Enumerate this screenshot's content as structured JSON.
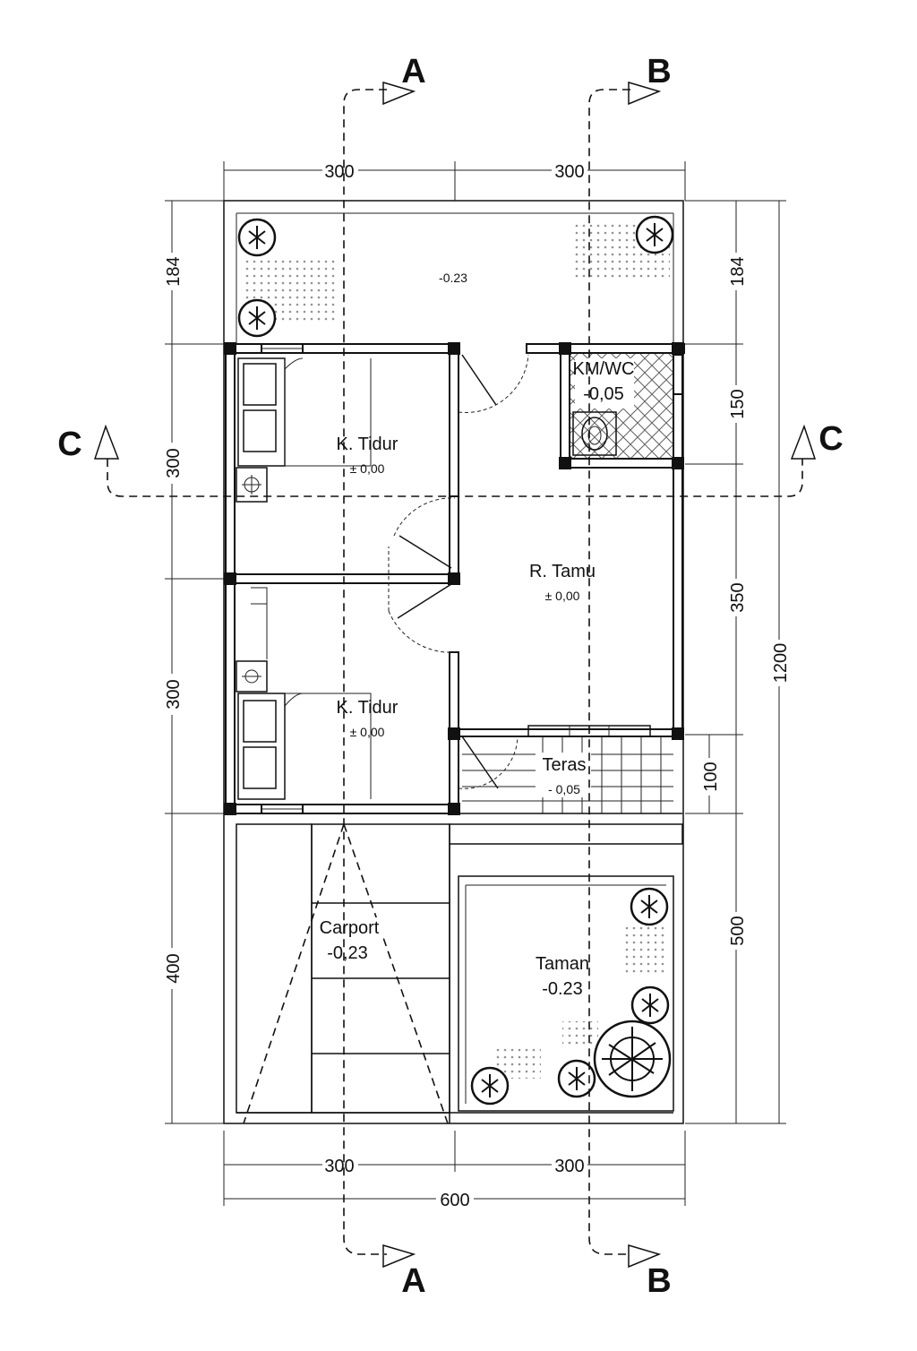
{
  "sections": {
    "a_top": "A",
    "a_bottom": "A",
    "b_top": "B",
    "b_bottom": "B",
    "c_left": "C",
    "c_right": "C"
  },
  "dimensions": {
    "top_left": "300",
    "top_right": "300",
    "bottom_left": "300",
    "bottom_right": "300",
    "bottom_total": "600",
    "left_front": "184",
    "left_bed1": "300",
    "left_bed2": "300",
    "left_carport": "400",
    "right_front": "184",
    "right_kmwc": "150",
    "right_tamu": "350",
    "right_teras": "100",
    "right_taman": "500",
    "right_total": "1200"
  },
  "rooms": {
    "front_yard_level": "-0.23",
    "kmwc_name": "KM/WC",
    "kmwc_level": "-0,05",
    "bed1_name": "K. Tidur",
    "bed1_level": "± 0,00",
    "bed2_name": "K. Tidur",
    "bed2_level": "± 0,00",
    "tamu_name": "R. Tamu",
    "tamu_level": "± 0,00",
    "teras_name": "Teras",
    "teras_level": "- 0,05",
    "carport_name": "Carport",
    "carport_level": "-0,23",
    "taman_name": "Taman",
    "taman_level": "-0.23"
  }
}
